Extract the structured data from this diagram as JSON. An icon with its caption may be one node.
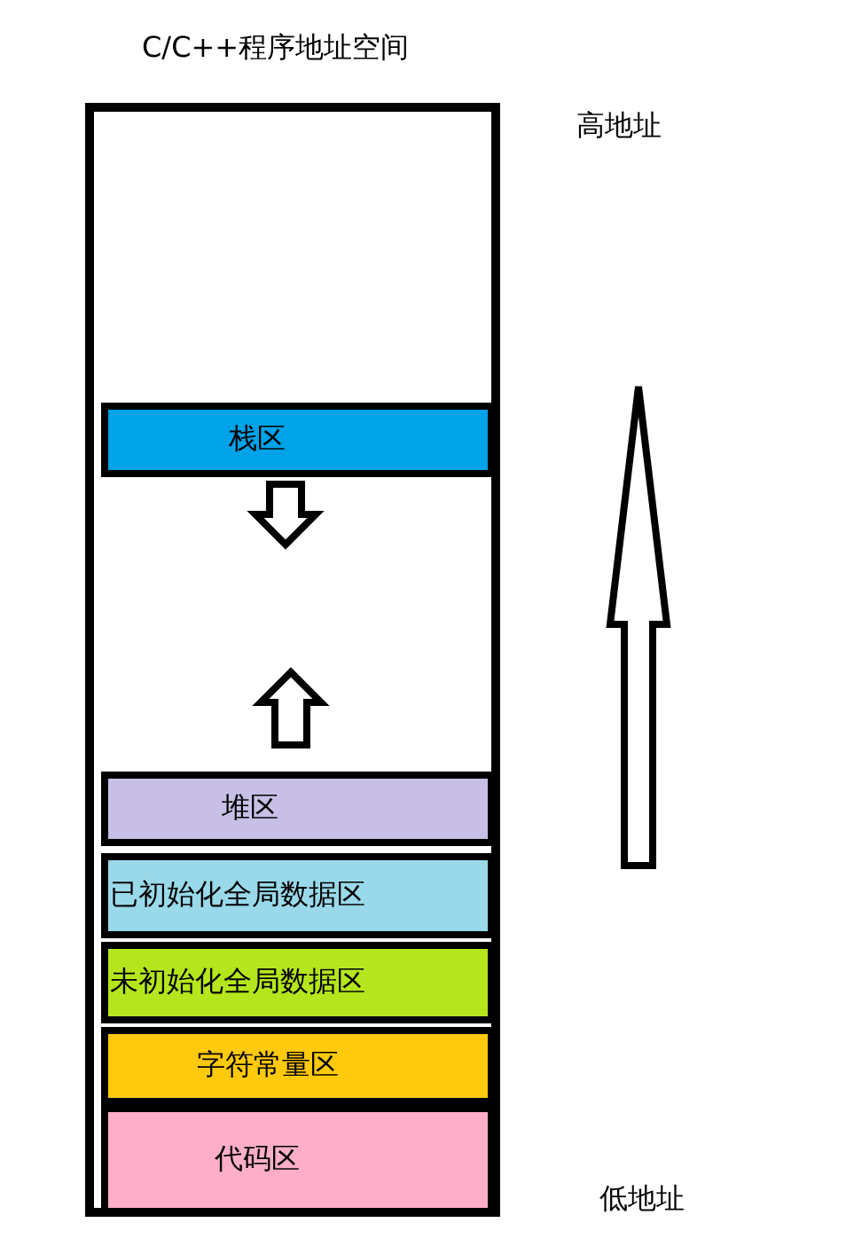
{
  "diagram": {
    "title": "C/C++程序地址空间",
    "nodes": [
      {
        "text": [],
        "shape": "box"
      },
      {
        "text": [
          "栈区"
        ],
        "in": 0
      },
      {
        "text": [
          "堆区"
        ],
        "in": 0
      },
      {
        "text": [
          "已初始化全局数据区"
        ],
        "in": 0
      },
      {
        "text": [
          "未初始化全局数据区"
        ],
        "in": 0
      },
      {
        "text": [
          "字符常量区"
        ],
        "in": 0
      },
      {
        "text": [
          "代码区"
        ],
        "in": 0
      }
    ],
    "labels": [
      "高地址",
      "低地址"
    ]
  }
}
